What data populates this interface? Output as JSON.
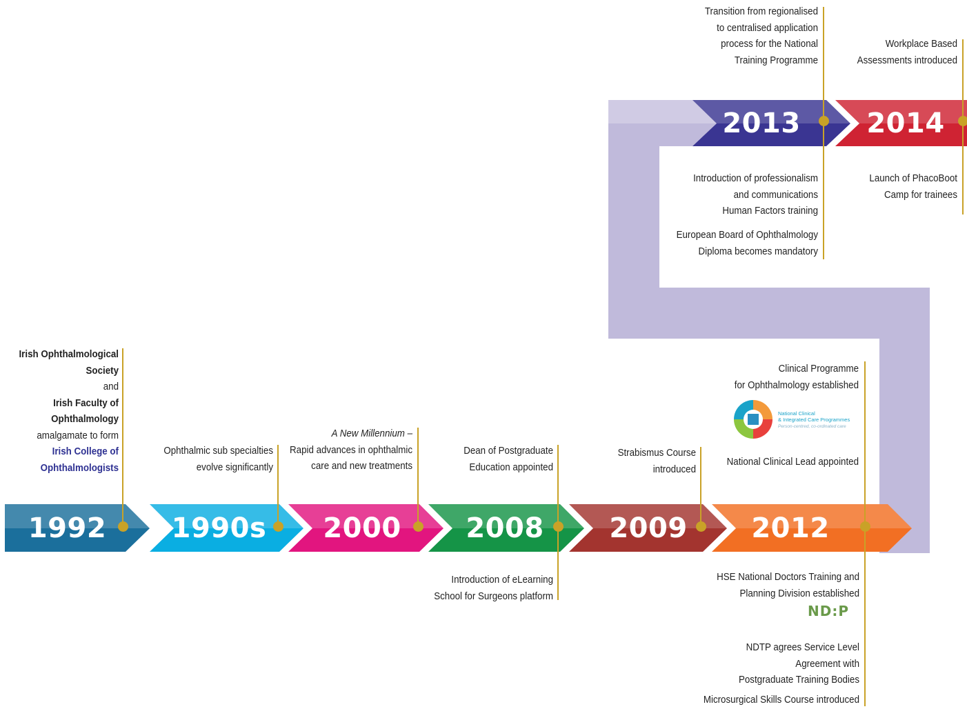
{
  "years": {
    "y1992": "1992",
    "y1990s": "1990s",
    "y2000": "2000",
    "y2008": "2008",
    "y2009": "2009",
    "y2012": "2012",
    "y2013": "2013",
    "y2014": "2014"
  },
  "events": {
    "e1992": {
      "line1": "Irish Ophthalmological",
      "line2": "Society",
      "line3": "and",
      "line4": "Irish Faculty of",
      "line5": "Ophthalmology",
      "line6": "amalgamate to form",
      "line7": "Irish College of",
      "line8": "Ophthalmologists"
    },
    "e1990s": {
      "line1": "Ophthalmic sub specialties",
      "line2": "evolve significantly"
    },
    "e2000": {
      "line1": "A New Millennium –",
      "line2": "Rapid advances in ophthalmic",
      "line3": "care and new treatments"
    },
    "e2008_top": {
      "line1": "Dean of Postgraduate",
      "line2": "Education appointed"
    },
    "e2008_bottom": {
      "line1": "Introduction of eLearning",
      "line2": "School for Surgeons platform"
    },
    "e2009": {
      "line1": "Strabismus Course",
      "line2": "introduced"
    },
    "e2012_top": {
      "line1": "Clinical Programme",
      "line2": "for Ophthalmology established",
      "line3": "National Clinical Lead appointed"
    },
    "e2012_bottom": {
      "line1": "HSE National Doctors Training and",
      "line2": "Planning Division established",
      "line3": "NDTP agrees Service Level",
      "line4": "Agreement with",
      "line5": "Postgraduate Training Bodies",
      "line6": "Microsurgical Skills Course introduced"
    },
    "e2013_top": {
      "line1": "Transition from regionalised",
      "line2": "to centralised application",
      "line3": "process for the National",
      "line4": "Training Programme"
    },
    "e2013_bottom": {
      "line1": "Introduction of professionalism",
      "line2": "and communications",
      "line3": "Human Factors training",
      "line4": "European Board of Ophthalmology",
      "line5": "Diploma becomes mandatory"
    },
    "e2014_top": {
      "line1": "Workplace Based",
      "line2": "Assessments introduced"
    },
    "e2014_bottom": {
      "line1": "Launch of PhacoBoot",
      "line2": "Camp for trainees"
    }
  },
  "logos": {
    "national_clinical": {
      "line1": "National Clinical",
      "line2": "& Integrated Care Programmes",
      "tagline": "Person-centred, co-ordinated care"
    },
    "ndtp": {
      "text": "ND:P"
    }
  },
  "colors": {
    "c1992": "#1b6f9c",
    "c1990s": "#0aaee2",
    "c2000": "#e2157f",
    "c2008": "#159447",
    "c2009": "#a3342f",
    "c2012": "#f26f23",
    "c2013": "#3a3592",
    "c2014": "#cf2333",
    "connector": "#c0badb",
    "line": "#c9a227"
  }
}
